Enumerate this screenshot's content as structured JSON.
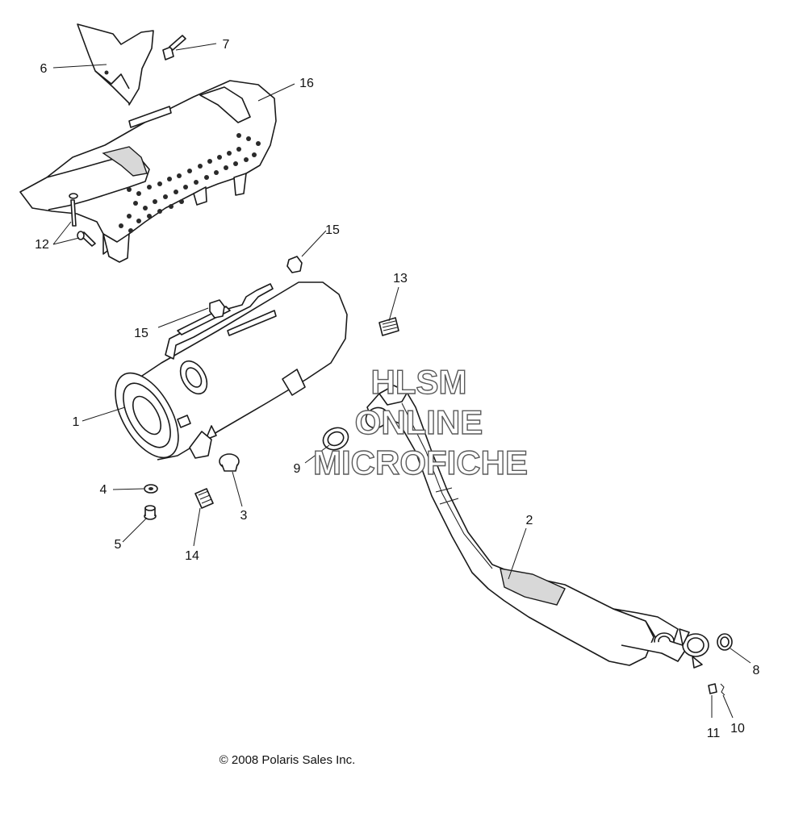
{
  "callouts": {
    "c1": "1",
    "c2": "2",
    "c3": "3",
    "c4": "4",
    "c5": "5",
    "c6": "6",
    "c7": "7",
    "c8": "8",
    "c9": "9",
    "c10": "10",
    "c11": "11",
    "c12": "12",
    "c13": "13",
    "c14": "14",
    "c15a": "15",
    "c15b": "15",
    "c16": "16"
  },
  "watermark": {
    "line1": "HLSM",
    "line2": "ONLINE",
    "line3": "MICROFICHE"
  },
  "copyright": "© 2008 Polaris Sales Inc."
}
